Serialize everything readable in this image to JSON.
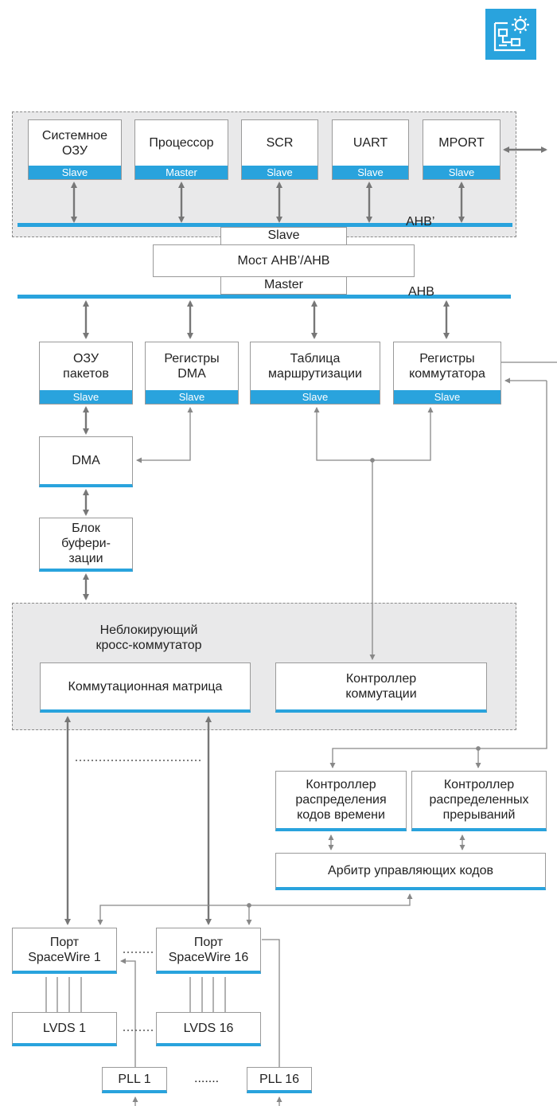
{
  "colors": {
    "accent": "#29a3dd",
    "region": "#e9e9ea",
    "wire": "#777777"
  },
  "logo": {
    "icon": "circuit-gear-icon"
  },
  "ahb_prime_group": {
    "bus_label": "AHB’",
    "modules": [
      {
        "label": "Системное\nОЗУ",
        "tag": "Slave"
      },
      {
        "label": "Процессор",
        "tag": "Master"
      },
      {
        "label": "SCR",
        "tag": "Slave"
      },
      {
        "label": "UART",
        "tag": "Slave"
      },
      {
        "label": "MPORT",
        "tag": "Slave"
      }
    ]
  },
  "bridge": {
    "top_tag": "Slave",
    "label": "Мост AHB’/AHB",
    "bottom_tag": "Master"
  },
  "ahb_group": {
    "bus_label": "AHB",
    "modules": [
      {
        "label": "ОЗУ\nпакетов",
        "tag": "Slave"
      },
      {
        "label": "Регистры\nDMA",
        "tag": "Slave"
      },
      {
        "label": "Таблица\nмаршрутизации",
        "tag": "Slave"
      },
      {
        "label": "Регистры\nкоммутатора",
        "tag": "Slave"
      }
    ]
  },
  "dma": {
    "label": "DMA"
  },
  "buffer": {
    "label": "Блок\nбуфери-\nзации"
  },
  "crossbar": {
    "title": "Неблокирующий\nкросс-коммутатор",
    "matrix": "Коммутационная матрица",
    "controller": "Контроллер\nкоммутации"
  },
  "time_codes_controller": {
    "label": "Контроллер\nраспределения\nкодов времени"
  },
  "interrupts_controller": {
    "label": "Контроллер\nраспределенных\nпрерываний"
  },
  "arbiter": {
    "label": "Арбитр управляющих кодов"
  },
  "ports": [
    {
      "label": "Порт\nSpaceWire 1"
    },
    {
      "label": "Порт\nSpaceWire 16"
    }
  ],
  "lvds": [
    {
      "label": "LVDS 1"
    },
    {
      "label": "LVDS 16"
    }
  ],
  "pll": [
    {
      "label": "PLL 1"
    },
    {
      "label": "PLL 16"
    }
  ],
  "ellipsis": "......."
}
